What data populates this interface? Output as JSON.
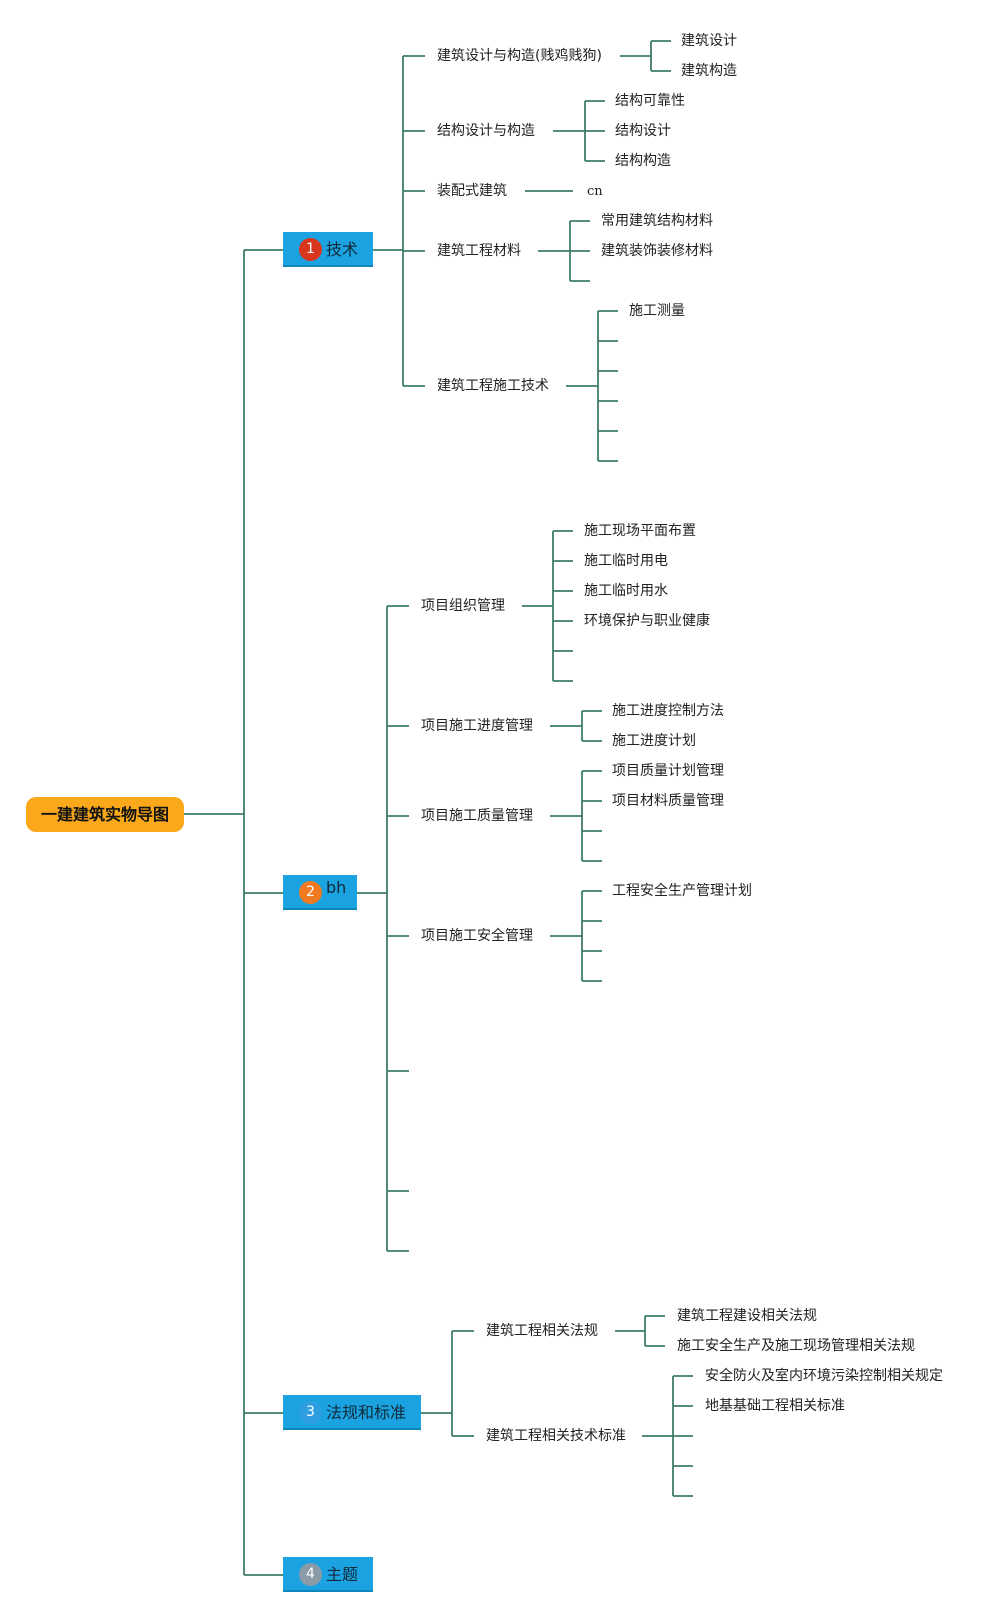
{
  "root": "一建建筑实物导图",
  "branches": [
    {
      "number": "1",
      "badge_color": "#d9361e",
      "title": "技术",
      "children": [
        {
          "label": "建筑设计与构造(贱鸡贱狗)",
          "items": [
            "建筑设计",
            "建筑构造"
          ]
        },
        {
          "label": "结构设计与构造",
          "items": [
            "结构可靠性",
            "结构设计",
            "结构构造"
          ]
        },
        {
          "label": "装配式建筑",
          "items": [
            "cn"
          ]
        },
        {
          "label": "建筑工程材料",
          "items": [
            "常用建筑结构材料",
            "建筑装饰装修材料",
            ""
          ]
        },
        {
          "label": "建筑工程施工技术",
          "items": [
            "施工测量",
            "",
            "",
            "",
            "",
            ""
          ]
        }
      ]
    },
    {
      "number": "2",
      "badge_color": "#f07a21",
      "title": "bh",
      "children": [
        {
          "label": "项目组织管理",
          "items": [
            "施工现场平面布置",
            "施工临时用电",
            "施工临时用水",
            "环境保护与职业健康",
            "",
            ""
          ]
        },
        {
          "label": "项目施工进度管理",
          "items": [
            "施工进度控制方法",
            "施工进度计划"
          ]
        },
        {
          "label": "项目施工质量管理",
          "items": [
            "项目质量计划管理",
            "项目材料质量管理",
            "",
            ""
          ]
        },
        {
          "label": "项目施工安全管理",
          "items": [
            "工程安全生产管理计划",
            "",
            "",
            ""
          ]
        },
        {
          "label": "",
          "items": []
        },
        {
          "label": "",
          "items": []
        },
        {
          "label": "",
          "items": []
        }
      ]
    },
    {
      "number": "3",
      "badge_color": "#2f9ee0",
      "title": "法规和标准",
      "children": [
        {
          "label": "建筑工程相关法规",
          "items": [
            "建筑工程建设相关法规",
            "施工安全生产及施工现场管理相关法规"
          ]
        },
        {
          "label": "建筑工程相关技术标准",
          "items": [
            "安全防火及室内环境污染控制相关规定",
            "地基基础工程相关标准",
            "",
            "",
            ""
          ]
        }
      ]
    },
    {
      "number": "4",
      "badge_color": "#8a9aa6",
      "title": "主题",
      "children": []
    }
  ]
}
